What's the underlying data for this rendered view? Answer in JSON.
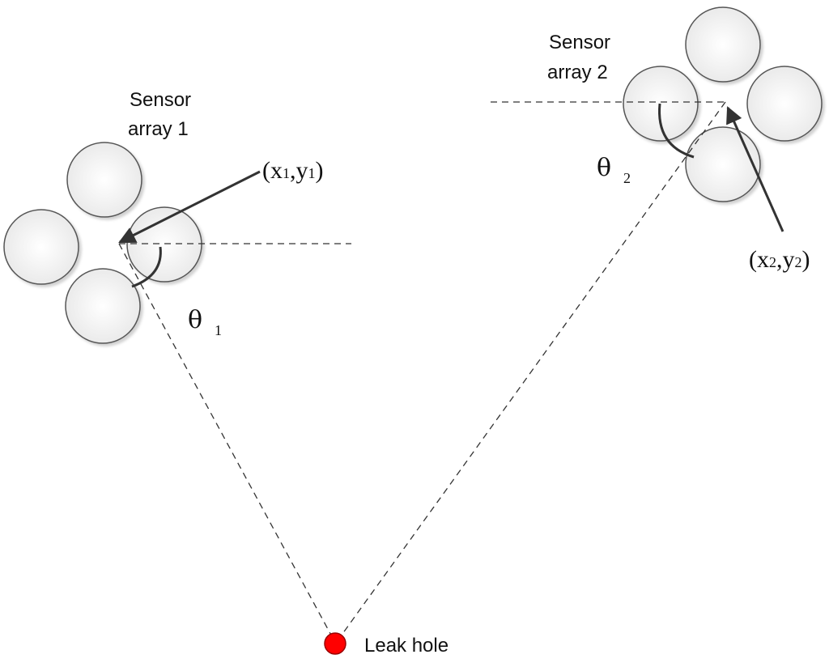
{
  "sensor_array_1": {
    "label_line1": "Sensor",
    "label_line2": "array 1"
  },
  "sensor_array_2": {
    "label_line1": "Sensor",
    "label_line2": "array 2"
  },
  "point_1": {
    "open": "(x",
    "sub_x": "1",
    "comma_y": ",y",
    "sub_y": "1",
    "close": ")"
  },
  "point_2": {
    "open": "(x",
    "sub_x": "2",
    "comma_y": ",y",
    "sub_y": "2",
    "close": ")"
  },
  "angle_1": {
    "symbol": "θ",
    "subscript": "1"
  },
  "angle_2": {
    "symbol": "θ",
    "subscript": "2"
  },
  "leak": {
    "label": "Leak hole"
  },
  "colors": {
    "leak_fill": "#ff0000",
    "sensor_fill": "#f0f0f0",
    "sensor_stroke": "#555555",
    "line": "#333333"
  }
}
